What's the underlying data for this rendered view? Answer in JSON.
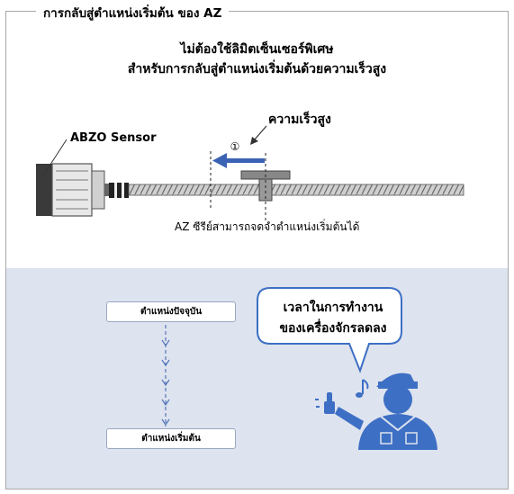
{
  "frame": {
    "title": "การกลับสู่ตำแหน่งเริ่มต้น ของ AZ"
  },
  "headline": {
    "line1": "ไม่ต้องใช้ลิมิตเซ็นเซอร์พิเศษ",
    "line2": "สำหรับการกลับสู่ตำแหน่งเริ่มต้นด้วยความเร็วสูง"
  },
  "mechanism": {
    "sensor_label": "ABZO Sensor",
    "speed_label": "ความเร็วสูง",
    "step_marker": "①",
    "caption": "AZ ซีรีย์สามารถจดจำตำแหน่งเริ่มต้นได้"
  },
  "flow": {
    "start_label": "ตำแหน่งปัจจุบัน",
    "end_label": "ตำแหน่งเริ่มต้น"
  },
  "speech": {
    "line1": "เวลาในการทำงาน",
    "line2": "ของเครื่องจักรลดลง"
  },
  "colors": {
    "arrow": "#3b63b5",
    "person": "#3d6fc4",
    "panel": "#dde3ef"
  }
}
